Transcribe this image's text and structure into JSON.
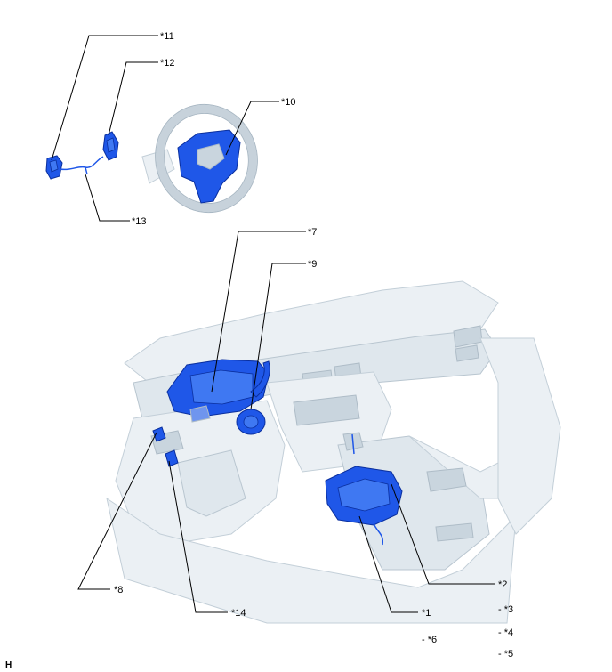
{
  "diagram": {
    "corner_mark": "H",
    "callouts": {
      "c1": "*1",
      "c2": "*2",
      "c3": "- *3",
      "c4": "- *4",
      "c5": "- *5",
      "c6": "- *6",
      "c7": "*7",
      "c8": "*8",
      "c9": "*9",
      "c10": "*10",
      "c11": "*11",
      "c12": "*12",
      "c13": "*13",
      "c14": "*14"
    },
    "colors": {
      "highlight_part": "#1f57e8",
      "vehicle_body": "#dfe7ed",
      "leader_line": "#000000"
    }
  }
}
